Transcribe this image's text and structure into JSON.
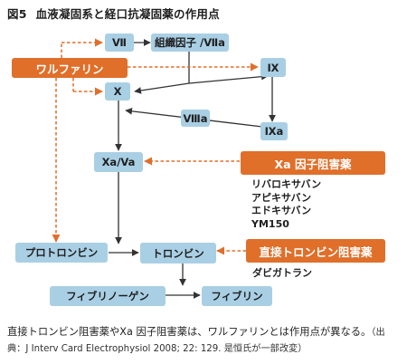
{
  "title": {
    "fig_label": "図5",
    "text": "血液凝固系と経口抗凝固薬の作用点"
  },
  "nodes": {
    "factor_vii": "Ⅶ",
    "tissue_factor": "組織因子 /Ⅶa",
    "warfarin": "ワルファリン",
    "factor_ix": "Ⅸ",
    "factor_x": "Ⅹ",
    "factor_viiia": "Ⅷa",
    "factor_ixa": "Ⅸa",
    "xa_va": "Xa/Va",
    "xa_inhibitor": "Xa 因子阻害薬",
    "prothrombin": "プロトロンビン",
    "thrombin": "トロンビン",
    "thrombin_inhibitor": "直接トロンビン阻害薬",
    "fibrinogen": "フィブリノーゲン",
    "fibrin": "フィブリン"
  },
  "xa_inhibitor_drugs": [
    "リバロキサバン",
    "アピキサバン",
    "エドキサバン",
    "YM150"
  ],
  "thrombin_inhibitor_drugs": [
    "ダビガトラン"
  ],
  "caption": {
    "main": "直接トロンビン阻害薬やXa 因子阻害薬は、ワルファリンとは作用点が異なる。",
    "source": "（出典：J Interv Card Electrophysiol 2008; 22: 129. 是恒氏が一部改変）"
  },
  "colors": {
    "blue_box": "#a9cfe4",
    "orange": "#e06f2a",
    "arrow": "#333333"
  }
}
